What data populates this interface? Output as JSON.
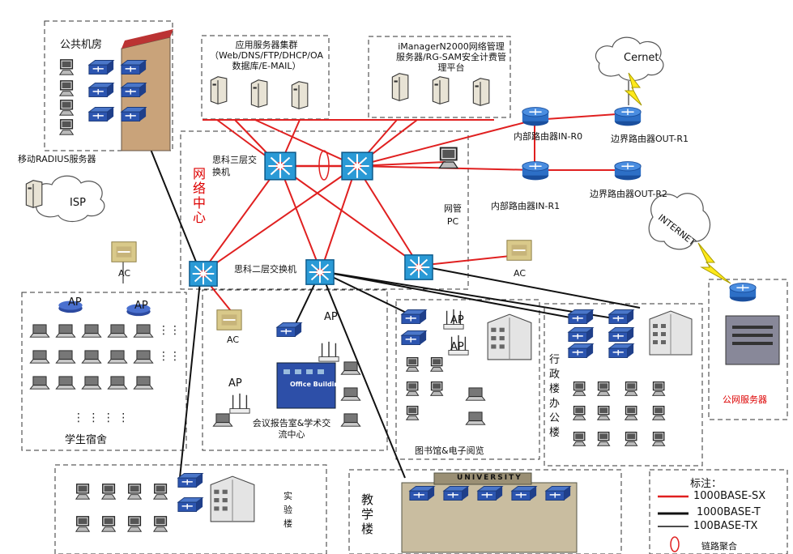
{
  "areas": {
    "public_room": "公共机房",
    "mobile_radius": "移动RADIUS服务器",
    "isp": "ISP",
    "ac": "AC",
    "ap": "AP",
    "dorm": "学生宿舍",
    "app_cluster": "应用服务器集群（Web/DNS/FTP/DHCP/OA数据库/E-MAIL）",
    "imanager": "iManagerN2000网络管理服务器/RG-SAM安全计费管理平台",
    "cernet": "Cernet",
    "internal_router_r0": "内部路由器IN-R0",
    "internal_router_r1": "内部路由器IN-R1",
    "border_router_r1": "边界路由器OUT-R1",
    "border_router_r2": "边界路由器OUT-R2",
    "internet": "INTERNET",
    "network_center": "网络中心",
    "cisco_l3": "思科三层交换机",
    "cisco_l2": "思科二层交换机",
    "mgmt_pc": "网管PC",
    "public_server": "公网服务器",
    "meeting": "会议报告室&学术交流中心",
    "library": "图书馆&电子阅览",
    "admin": "行政楼办公楼",
    "lab": "实验楼",
    "teaching": "教学楼",
    "university": "UNIVERSITY",
    "office_building": "Office Building"
  },
  "legend": {
    "title": "标注：",
    "sx": "1000BASE-SX",
    "t": "1000BASE-T",
    "tx": "100BASE-TX",
    "agg": "链路聚合"
  },
  "colors": {
    "fiber": "#e02020",
    "copper": "#111111",
    "switch": "#1a8fd0"
  }
}
